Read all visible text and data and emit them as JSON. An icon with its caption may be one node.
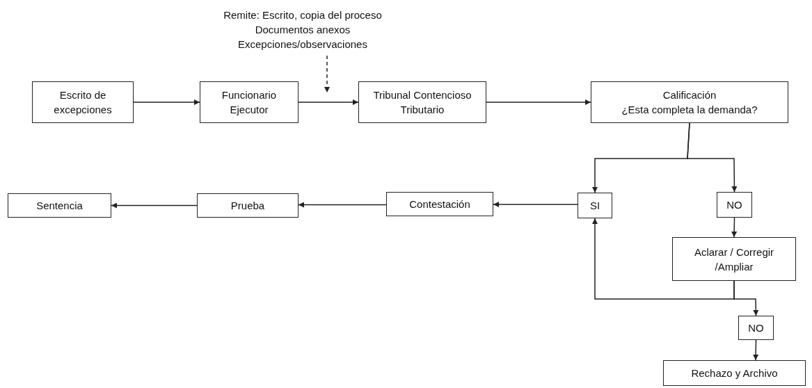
{
  "diagram": {
    "nodes": [
      {
        "text": [
          "Remite: Escrito, copia del proceso Documentos anexos Excepciones/observaciones"
        ]
      },
      {
        "text": [
          "Escrito de excepciones"
        ]
      },
      {
        "text": [
          "Funcionario Ejecutor"
        ]
      },
      {
        "text": [
          "Tribunal Contencioso Tributario"
        ]
      },
      {
        "text": [
          "Calificación",
          "¿Esta completa la demanda?"
        ]
      },
      {
        "text": [
          "SI"
        ]
      },
      {
        "text": [
          "NO"
        ]
      },
      {
        "text": [
          "Aclarar / Corregir /Ampliar"
        ]
      },
      {
        "text": [
          "NO"
        ]
      },
      {
        "text": [
          "Rechazo y Archivo"
        ]
      },
      {
        "text": [
          "Contestación"
        ]
      },
      {
        "text": [
          "Prueba"
        ]
      },
      {
        "text": [
          "Sentencia"
        ]
      }
    ],
    "edges": [
      {
        "from": 1,
        "to": 2,
        "arrow": "to"
      },
      {
        "from": 2,
        "to": 3,
        "arrow": "to"
      },
      {
        "from": 0,
        "to": null,
        "arrow": "to",
        "style": "dashed"
      },
      {
        "from": 3,
        "to": 4,
        "arrow": "to"
      },
      {
        "from": 4,
        "to": 5,
        "arrow": "to"
      },
      {
        "from": 4,
        "to": 6,
        "arrow": "to"
      },
      {
        "from": 6,
        "to": 7,
        "arrow": "to"
      },
      {
        "from": 7,
        "to": 5,
        "arrow": "to"
      },
      {
        "from": 7,
        "to": 8,
        "arrow": "to"
      },
      {
        "from": 8,
        "to": 9,
        "arrow": "to"
      },
      {
        "from": 5,
        "to": 10,
        "arrow": "to"
      },
      {
        "from": 10,
        "to": 11,
        "arrow": "to"
      },
      {
        "from": 11,
        "to": 12,
        "arrow": "to"
      }
    ]
  }
}
